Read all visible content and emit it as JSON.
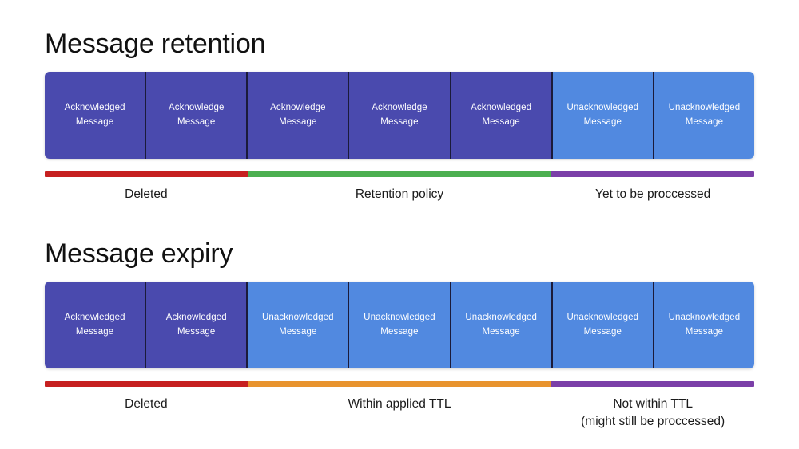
{
  "diagram": {
    "background": "#ffffff",
    "colors": {
      "acknowledged": "#4a4aae",
      "unacknowledged": "#5189e0",
      "deleted": "#c62020",
      "retention_policy": "#4caf50",
      "yet_to_be_processed": "#7b3fa8",
      "within_ttl": "#e8932e",
      "not_within_ttl": "#7b3fa8",
      "box_divider": "#1b1b3a",
      "text": "#1a1a1a"
    },
    "sections": [
      {
        "id": "message-retention",
        "title": "Message retention",
        "boxes": [
          {
            "state": "ack",
            "line1": "Acknowledged",
            "line2": "Message"
          },
          {
            "state": "ack",
            "line1": "Acknowledge",
            "line2": "Message"
          },
          {
            "state": "ack",
            "line1": "Acknowledge",
            "line2": "Message"
          },
          {
            "state": "ack",
            "line1": "Acknowledge",
            "line2": "Message"
          },
          {
            "state": "ack",
            "line1": "Acknowledged",
            "line2": "Message"
          },
          {
            "state": "unack",
            "line1": "Unacknowledged",
            "line2": "Message"
          },
          {
            "state": "unack",
            "line1": "Unacknowledged",
            "line2": "Message"
          }
        ],
        "bar_segments": [
          {
            "name": "deleted",
            "color": "#c62020",
            "flex": 2
          },
          {
            "name": "retention-policy",
            "color": "#4caf50",
            "flex": 3
          },
          {
            "name": "yet-to-be-processed",
            "color": "#7b3fa8",
            "flex": 2
          }
        ],
        "legend": [
          {
            "name": "deleted",
            "line1": "Deleted",
            "line2": "",
            "flex": 2
          },
          {
            "name": "retention-policy",
            "line1": "Retention policy",
            "line2": "",
            "flex": 3
          },
          {
            "name": "yet-to-be-processed",
            "line1": "Yet to be proccessed",
            "line2": "",
            "flex": 2
          }
        ]
      },
      {
        "id": "message-expiry",
        "title": "Message expiry",
        "boxes": [
          {
            "state": "ack",
            "line1": "Acknowledged",
            "line2": "Message"
          },
          {
            "state": "ack",
            "line1": "Acknowledged",
            "line2": "Message"
          },
          {
            "state": "unack",
            "line1": "Unacknowledged",
            "line2": "Message"
          },
          {
            "state": "unack",
            "line1": "Unacknowledged",
            "line2": "Message"
          },
          {
            "state": "unack",
            "line1": "Unacknowledged",
            "line2": "Message"
          },
          {
            "state": "unack",
            "line1": "Unacknowledged",
            "line2": "Message"
          },
          {
            "state": "unack",
            "line1": "Unacknowledged",
            "line2": "Message"
          }
        ],
        "bar_segments": [
          {
            "name": "deleted",
            "color": "#c62020",
            "flex": 2
          },
          {
            "name": "within-ttl",
            "color": "#e8932e",
            "flex": 3
          },
          {
            "name": "not-within-ttl",
            "color": "#7b3fa8",
            "flex": 2
          }
        ],
        "legend": [
          {
            "name": "deleted",
            "line1": "Deleted",
            "line2": "",
            "flex": 2
          },
          {
            "name": "within-ttl",
            "line1": "Within applied TTL",
            "line2": "",
            "flex": 3
          },
          {
            "name": "not-within-ttl",
            "line1": "Not within TTL",
            "line2": "(might still be proccessed)",
            "flex": 2
          }
        ]
      }
    ]
  }
}
